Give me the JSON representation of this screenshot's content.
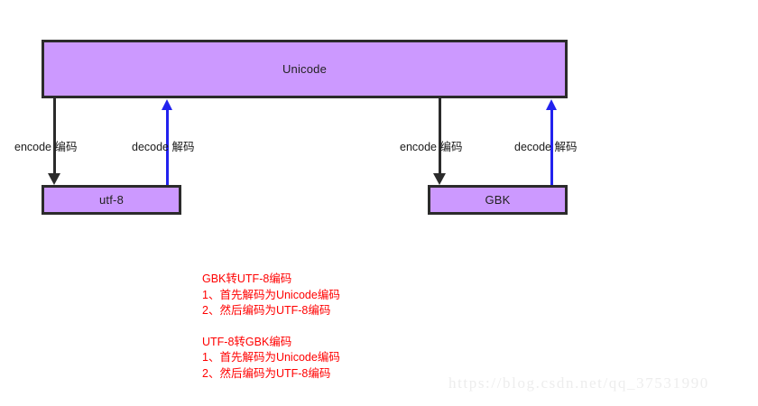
{
  "diagram": {
    "title_node": {
      "label": "Unicode"
    },
    "nodes": [
      {
        "id": "unicode",
        "label": "Unicode"
      },
      {
        "id": "utf8",
        "label": "utf-8"
      },
      {
        "id": "gbk",
        "label": "GBK"
      }
    ],
    "edges": [
      {
        "id": "utf8-encode",
        "label": "encode 编码",
        "direction": "down",
        "color": "#2b2b2b",
        "from": "unicode",
        "to": "utf8"
      },
      {
        "id": "utf8-decode",
        "label": "decode 解码",
        "direction": "up",
        "color": "#2222ee",
        "from": "utf8",
        "to": "unicode"
      },
      {
        "id": "gbk-encode",
        "label": "encode 编码",
        "direction": "down",
        "color": "#2b2b2b",
        "from": "unicode",
        "to": "gbk"
      },
      {
        "id": "gbk-decode",
        "label": "decode 解码",
        "direction": "up",
        "color": "#2222ee",
        "from": "gbk",
        "to": "unicode"
      }
    ],
    "notes": [
      {
        "heading": "GBK转UTF-8编码",
        "steps": [
          "1、首先解码为Unicode编码",
          "2、然后编码为UTF-8编码"
        ]
      },
      {
        "heading": "UTF-8转GBK编码",
        "steps": [
          "1、首先解码为Unicode编码",
          "2、然后编码为UTF-8编码"
        ]
      }
    ],
    "colors": {
      "node_fill": "#cc99ff",
      "node_border": "#2b2b2b",
      "encode_arrow": "#2b2b2b",
      "decode_arrow": "#2222ee",
      "note_text": "#ff0000",
      "background": "#ffffff"
    }
  },
  "watermark": {
    "text": "https://blog.csdn.net/qq_37531990"
  }
}
